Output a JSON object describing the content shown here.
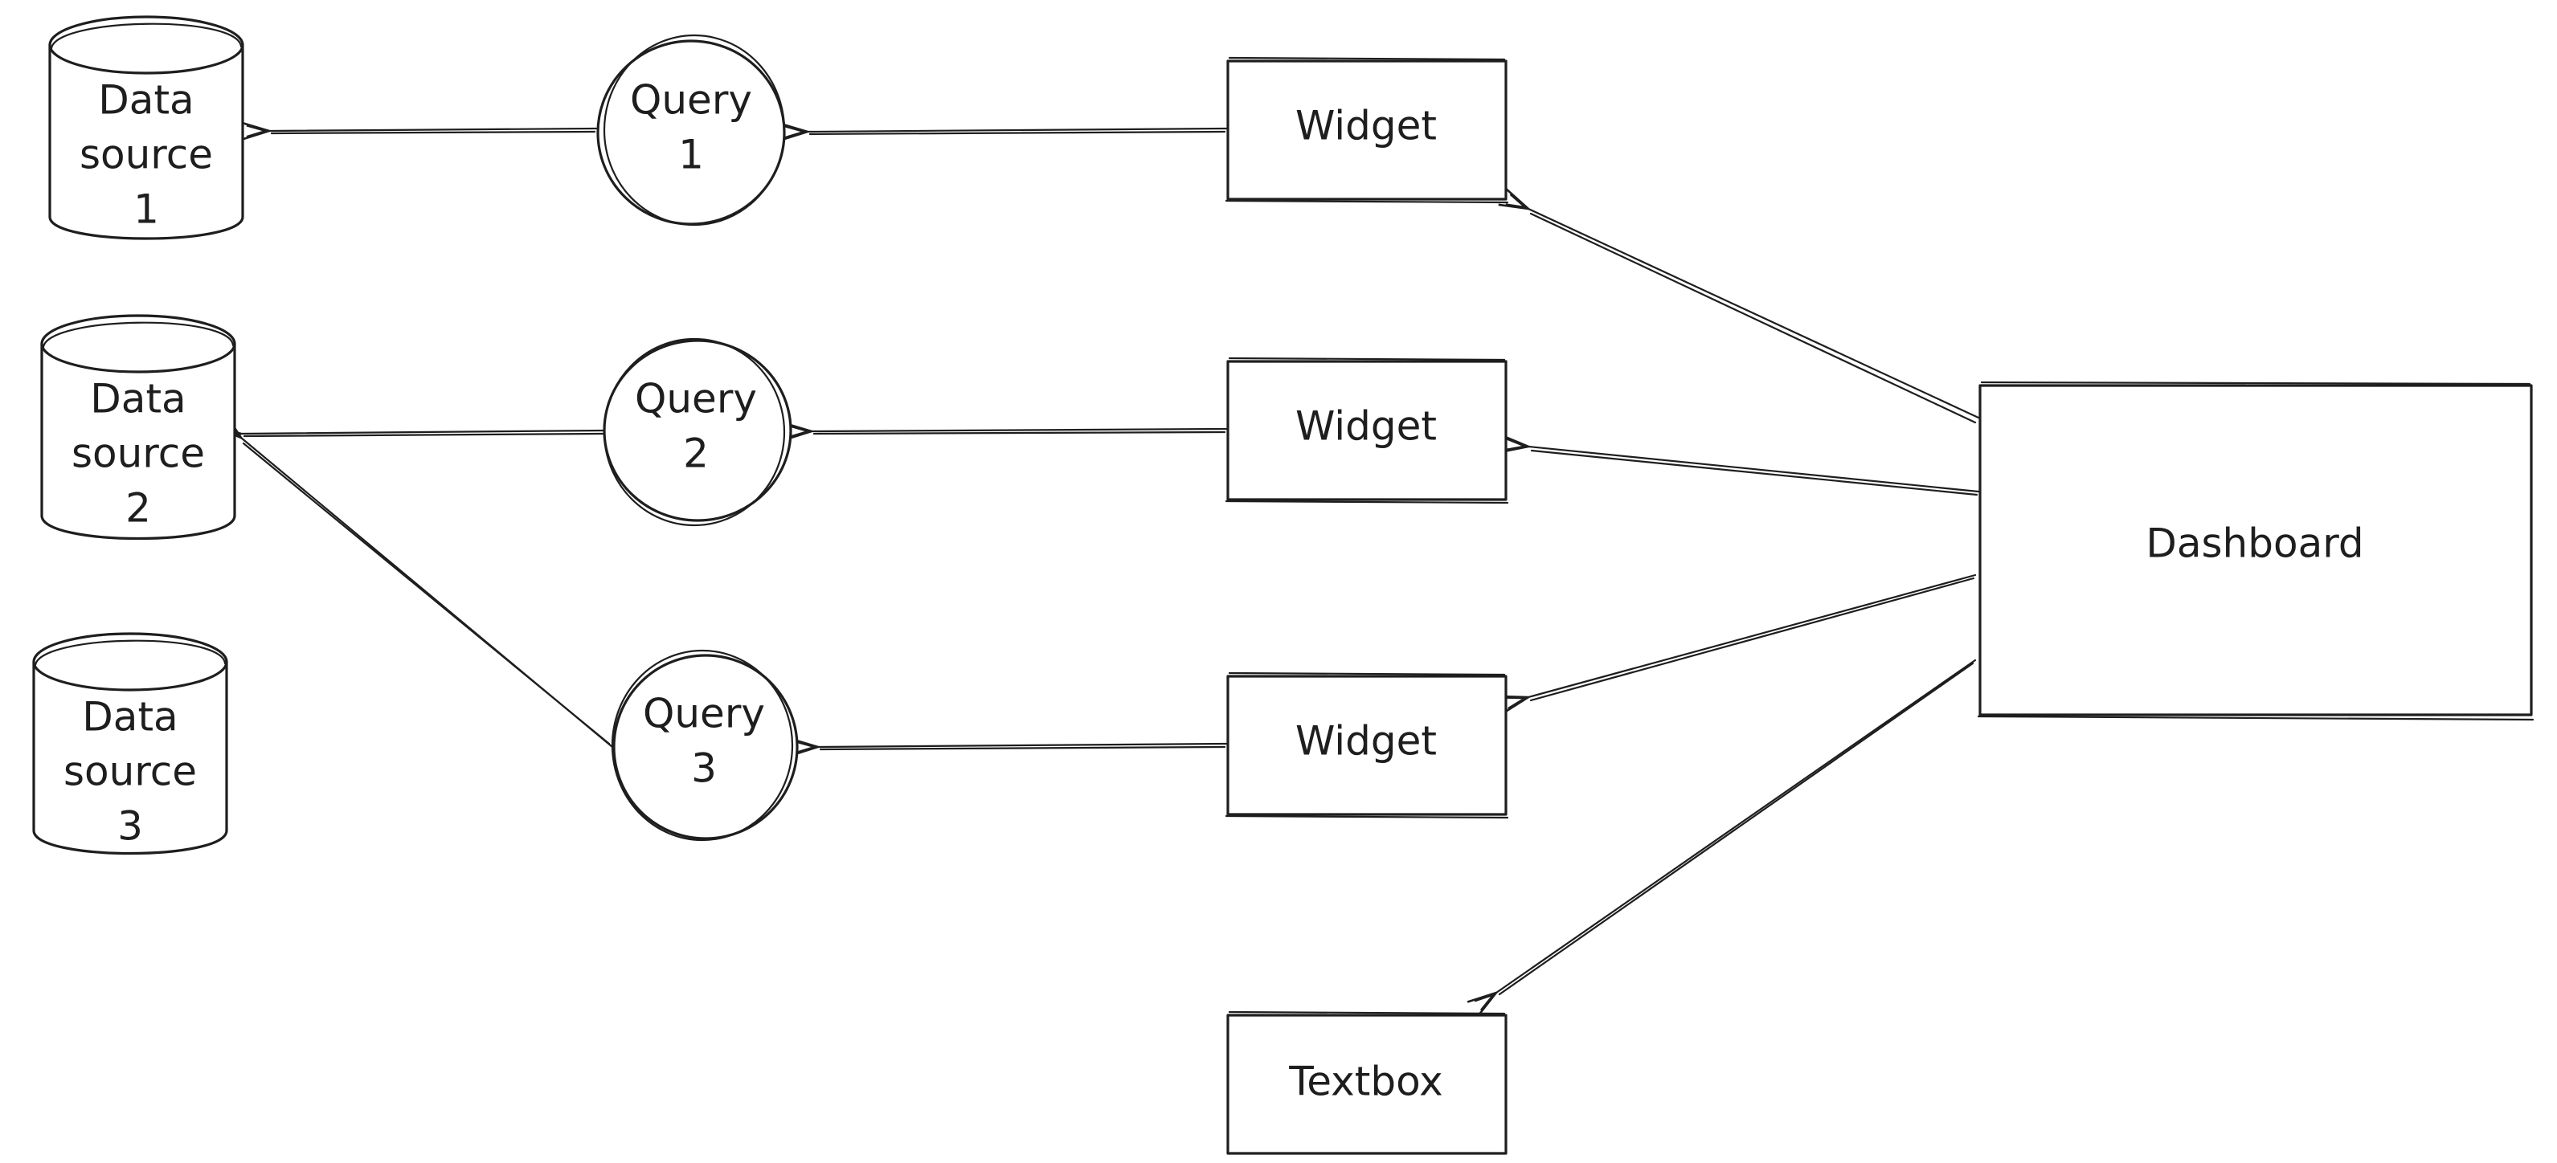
{
  "diagram": {
    "data_sources": [
      {
        "line1": "Data",
        "line2": "source",
        "line3": "1"
      },
      {
        "line1": "Data",
        "line2": "source",
        "line3": "2"
      },
      {
        "line1": "Data",
        "line2": "source",
        "line3": "3"
      }
    ],
    "queries": [
      {
        "line1": "Query",
        "line2": "1"
      },
      {
        "line1": "Query",
        "line2": "2"
      },
      {
        "line1": "Query",
        "line2": "3"
      }
    ],
    "widgets": [
      {
        "label": "Widget"
      },
      {
        "label": "Widget"
      },
      {
        "label": "Widget"
      }
    ],
    "textbox": {
      "label": "Textbox"
    },
    "dashboard": {
      "label": "Dashboard"
    },
    "colors": {
      "stroke": "#1e1e1e",
      "background": "#ffffff"
    }
  }
}
